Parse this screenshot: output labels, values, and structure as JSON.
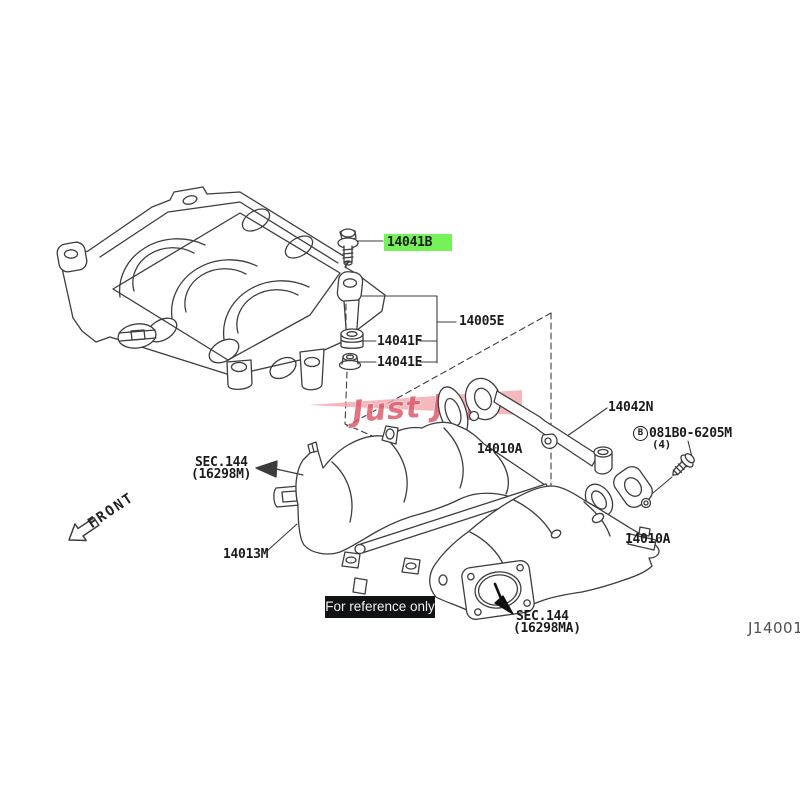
{
  "meta": {
    "background": "#ffffff",
    "line_color": "#3d3d3d",
    "highlight_color": "#77f15a",
    "diagram_type": "parts-diagram-intake-manifold-and-engine-cover"
  },
  "parts": {
    "cover_bolt": {
      "label": "14041B",
      "highlighted": true
    },
    "cover_assembly": {
      "label": "14005E"
    },
    "grommet": {
      "label": "14041F"
    },
    "nut": {
      "label": "14041E"
    },
    "water_tube": {
      "label": "14042N"
    },
    "tube_bolt": {
      "prefix": "B",
      "label": "081B0-6205M",
      "qty": "(4)"
    },
    "collector": {
      "label": "14013M"
    },
    "gasket_front": {
      "label": "14010A"
    },
    "gasket_rear": {
      "label": "14010A"
    },
    "sec_ref_cover": {
      "line1": "SEC.144",
      "line2": "(16298M)"
    },
    "sec_ref_throttle": {
      "line1": "SEC.144",
      "line2": "(16298MA)"
    }
  },
  "front_indicator": {
    "label": "FRONT"
  },
  "badge": {
    "text": "For reference only",
    "bg": "#101216",
    "fg": "#f2f2f2"
  },
  "watermark": {
    "text": "Just Jap",
    "text_color": "#dd5666",
    "swoosh_color": "#f2a8ad"
  },
  "drawing_code": {
    "text": "J14001"
  }
}
